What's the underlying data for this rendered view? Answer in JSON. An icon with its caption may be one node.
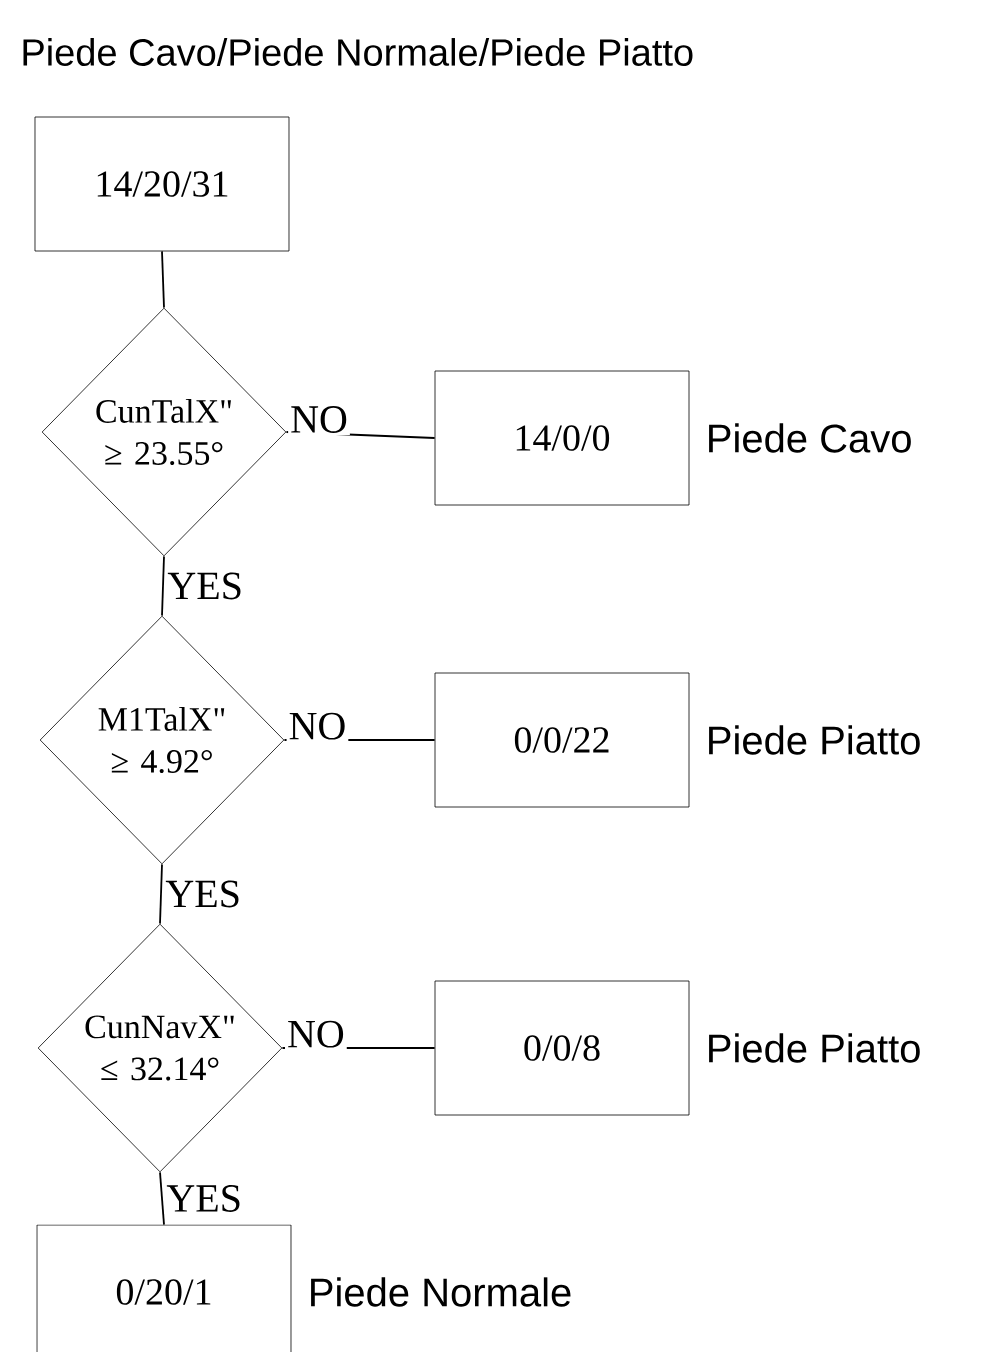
{
  "diagram": {
    "title": "Piede Cavo/Piede Normale/Piede Piatto",
    "nodes": [
      {
        "text": [
          "14/20/31"
        ]
      },
      {
        "text": [
          "CunTalX\" ≥ 23.55°"
        ]
      },
      {
        "text": [
          "14/0/0"
        ],
        "beside": [
          "Piede Cavo"
        ]
      },
      {
        "text": [
          "M1TalX\" ≥ 4.92°"
        ]
      },
      {
        "text": [
          "0/0/22"
        ],
        "beside": [
          "Piede Piatto"
        ]
      },
      {
        "text": [
          "CunNavX\" ≤ 32.14°"
        ]
      },
      {
        "text": [
          "0/0/8"
        ],
        "beside": [
          "Piede Piatto"
        ]
      },
      {
        "text": [
          "0/20/1"
        ],
        "beside": [
          "Piede Normale"
        ]
      }
    ],
    "edges": [
      {
        "from": 0,
        "to": 1,
        "arrow": "none"
      },
      {
        "from": 1,
        "to": 2,
        "arrow": "none",
        "label": "NO"
      },
      {
        "from": 1,
        "to": 3,
        "arrow": "none",
        "label": "YES"
      },
      {
        "from": 3,
        "to": 4,
        "arrow": "none",
        "label": "NO"
      },
      {
        "from": 3,
        "to": 5,
        "arrow": "none",
        "label": "YES"
      },
      {
        "from": 5,
        "to": 6,
        "arrow": "none",
        "label": "NO"
      },
      {
        "from": 5,
        "to": 7,
        "arrow": "none",
        "label": "YES"
      }
    ]
  }
}
